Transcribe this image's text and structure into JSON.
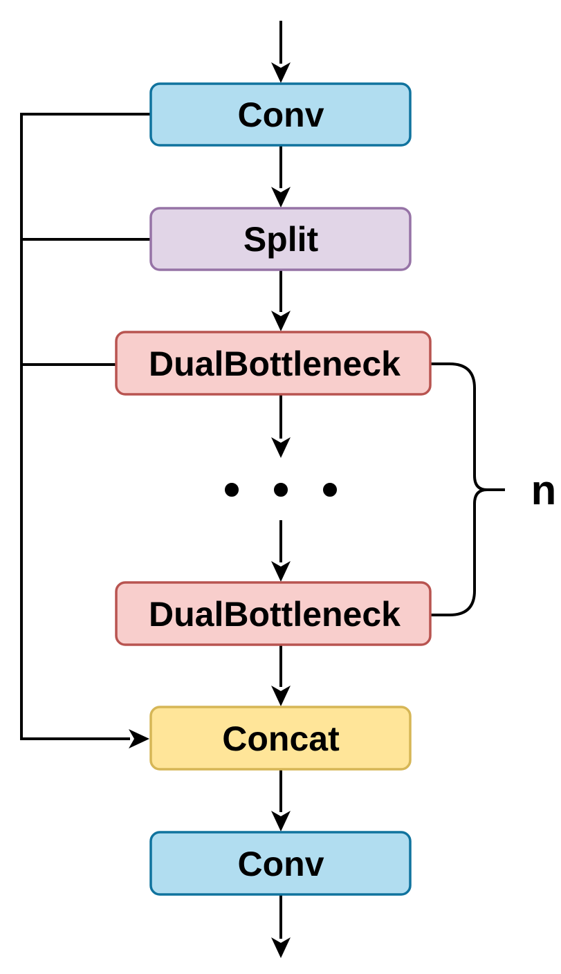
{
  "diagram": {
    "background_color": "#ffffff",
    "line_color": "#000000",
    "text_color": "#000000",
    "nodes": [
      {
        "id": "conv-top",
        "label": "Conv",
        "fill": "#b1ddf0",
        "stroke": "#10739e"
      },
      {
        "id": "split",
        "label": "Split",
        "fill": "#e1d5e7",
        "stroke": "#9673a6"
      },
      {
        "id": "dualbottleneck-first",
        "label": "DualBottleneck",
        "fill": "#f8cecc",
        "stroke": "#b85450"
      },
      {
        "id": "dualbottleneck-last",
        "label": "DualBottleneck",
        "fill": "#f8cecc",
        "stroke": "#b85450"
      },
      {
        "id": "concat",
        "label": "Concat",
        "fill": "#ffe599",
        "stroke": "#d6b656"
      },
      {
        "id": "conv-bottom",
        "label": "Conv",
        "fill": "#b1ddf0",
        "stroke": "#10739e"
      }
    ],
    "ellipsis": {
      "dot_count": 3,
      "orientation": "horizontal"
    },
    "repeat_annotation": {
      "label": "n",
      "shape": "curly-brace-right",
      "spans": [
        "dualbottleneck-first",
        "dualbottleneck-last"
      ]
    },
    "edges": [
      {
        "from": "input",
        "to": "conv-top",
        "style": "arrow"
      },
      {
        "from": "conv-top",
        "to": "split",
        "style": "arrow"
      },
      {
        "from": "split",
        "to": "dualbottleneck-first",
        "style": "arrow"
      },
      {
        "from": "dualbottleneck-first",
        "to": "ellipsis",
        "style": "arrow"
      },
      {
        "from": "ellipsis",
        "to": "dualbottleneck-last",
        "style": "arrow"
      },
      {
        "from": "dualbottleneck-last",
        "to": "concat",
        "style": "arrow"
      },
      {
        "from": "concat",
        "to": "conv-bottom",
        "style": "arrow"
      },
      {
        "from": "conv-bottom",
        "to": "output",
        "style": "arrow"
      },
      {
        "from": "conv-top",
        "to": "concat",
        "style": "skip-connection-arrow"
      },
      {
        "from": "split",
        "to": "concat",
        "style": "skip-connection-branch"
      },
      {
        "from": "dualbottleneck-first",
        "to": "concat",
        "style": "skip-connection-branch"
      }
    ]
  }
}
